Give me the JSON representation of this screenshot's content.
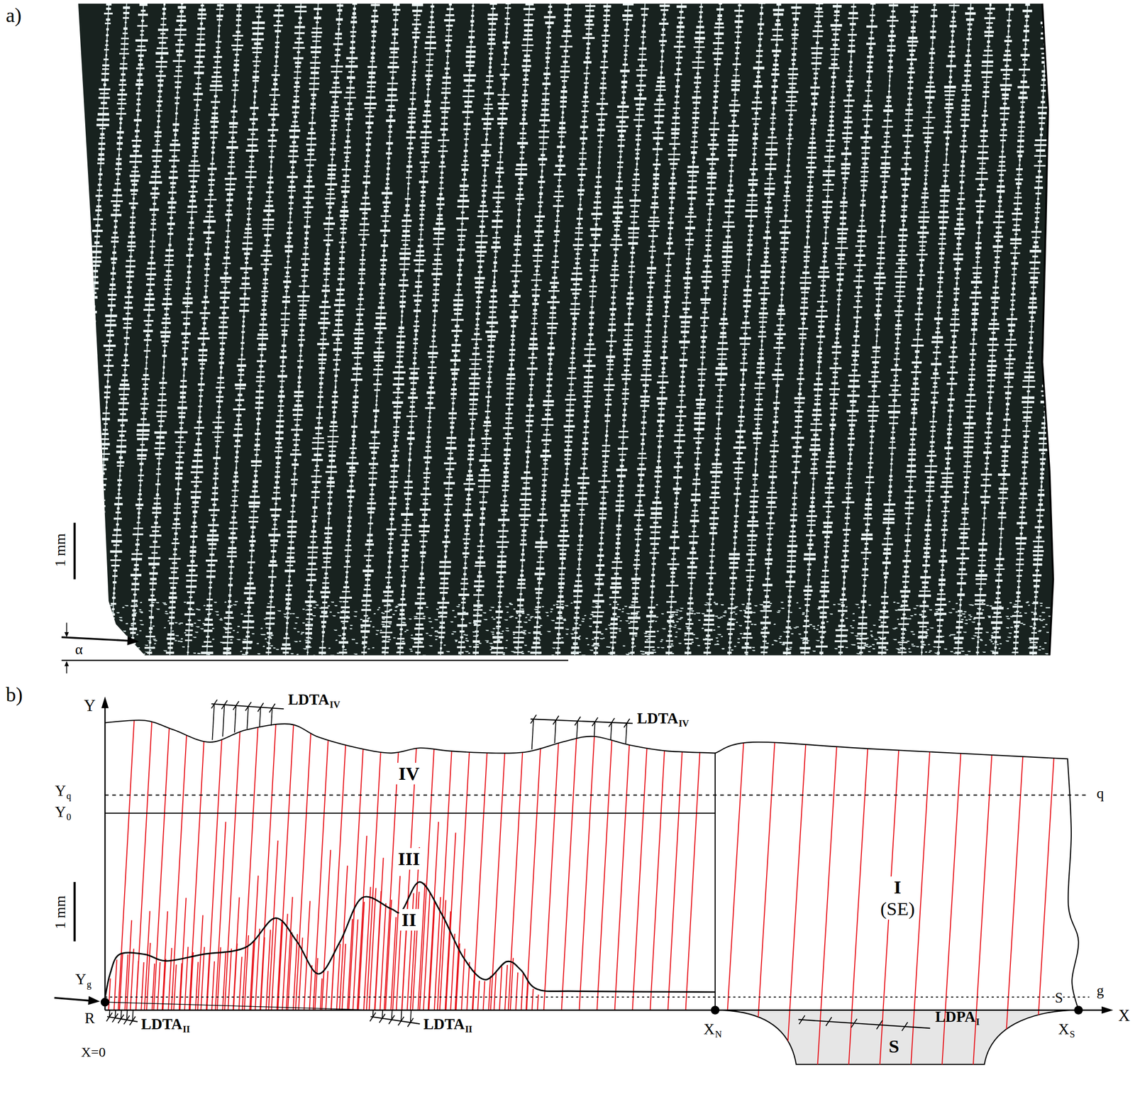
{
  "diagram": {
    "nodes": [
      {
        "text": [
          "IV"
        ]
      },
      {
        "text": [
          "III"
        ]
      },
      {
        "text": [
          "II"
        ]
      },
      {
        "text": [
          "I",
          "(SE)"
        ]
      },
      {
        "text": [
          "S"
        ]
      }
    ],
    "labels": [
      "a)",
      "1 mm",
      "α",
      "b)",
      "Y",
      "LDTA",
      "IV",
      "LDTA",
      "IV",
      "Y",
      "q",
      "Y",
      "0",
      "1 mm",
      "Y",
      "g",
      "R",
      "LDTA",
      "II",
      "X=0",
      "LDTA",
      "II",
      "X",
      "N",
      "LDPA",
      "I",
      "S",
      "g",
      "q",
      "X",
      "S",
      "X"
    ]
  }
}
